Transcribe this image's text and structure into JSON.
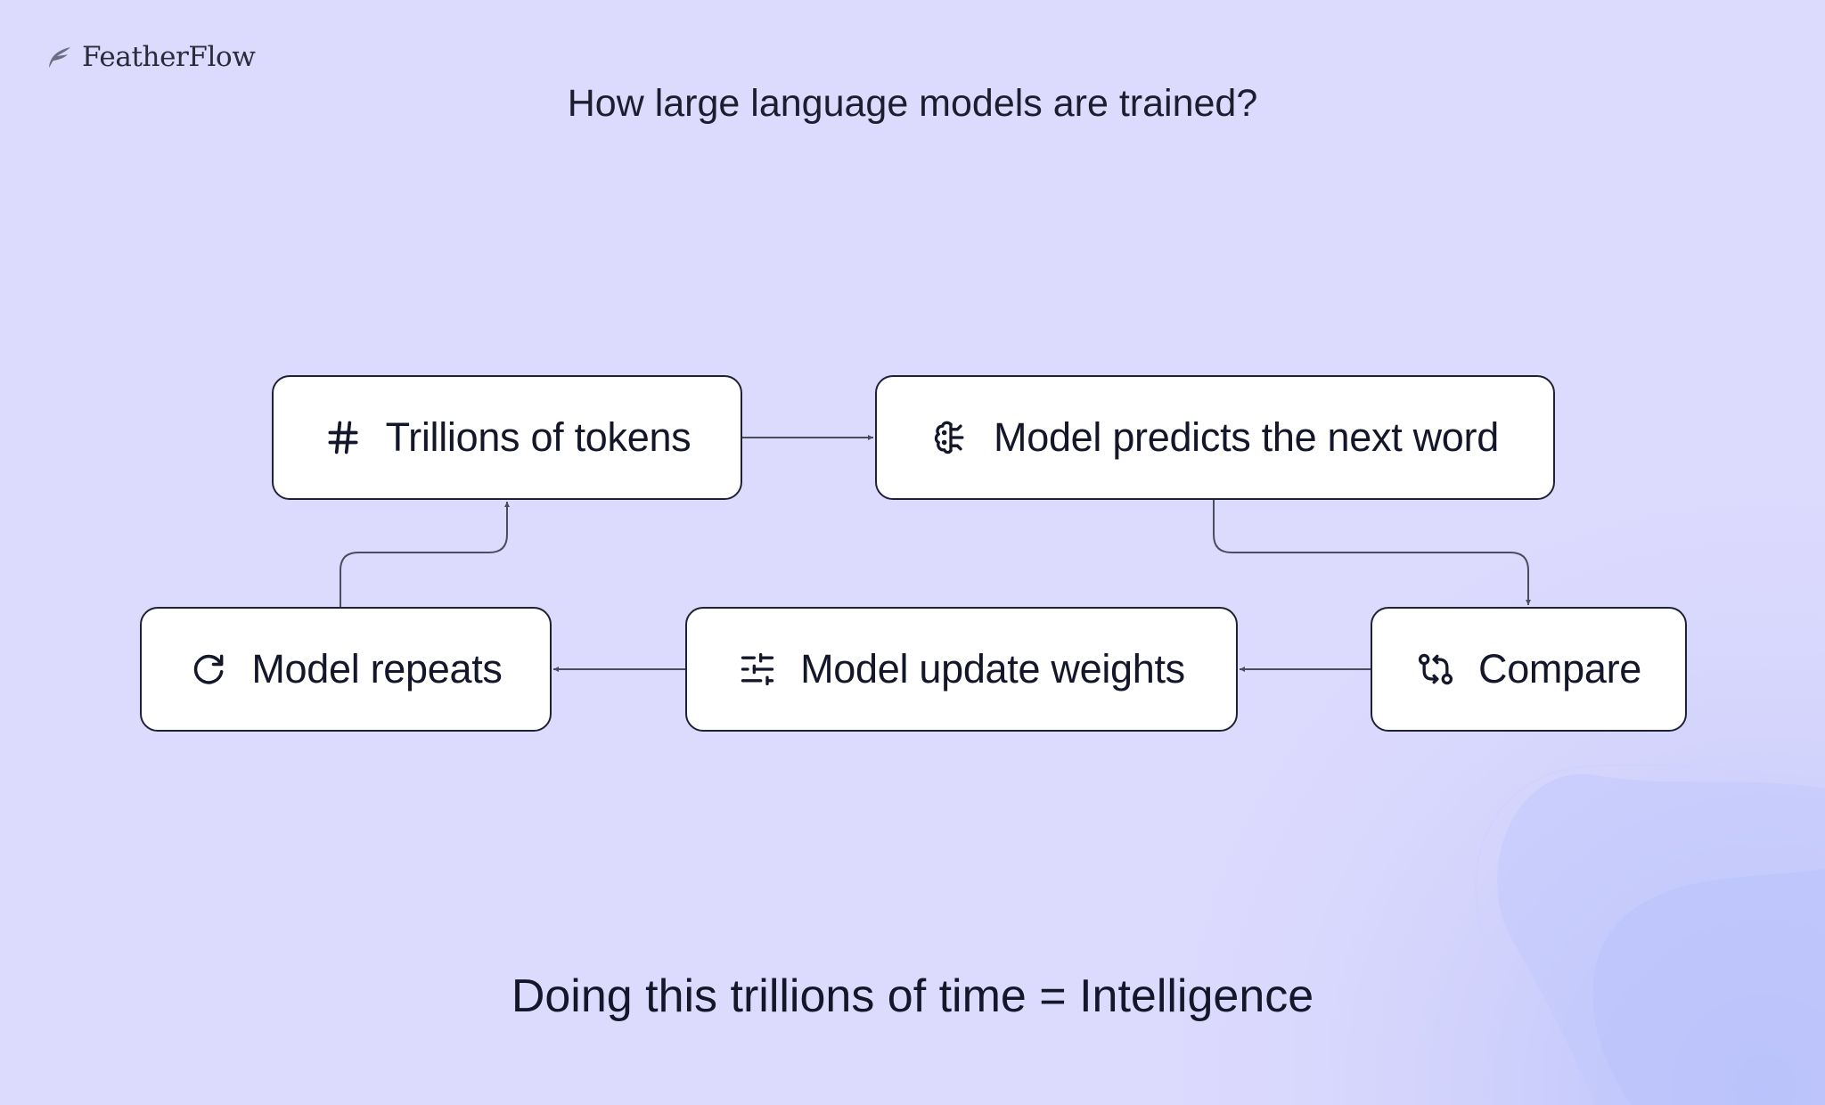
{
  "brand": {
    "name": "FeatherFlow",
    "logo_icon": "feather-logo-icon"
  },
  "title": "How large language models are trained?",
  "nodes": {
    "tokens": {
      "label": "Trillions of tokens",
      "icon": "hash-icon"
    },
    "predicts": {
      "label": "Model predicts the next word",
      "icon": "brain-icon"
    },
    "compare": {
      "label": "Compare",
      "icon": "git-compare-icon"
    },
    "weights": {
      "label": "Model update weights",
      "icon": "sliders-icon"
    },
    "repeats": {
      "label": "Model repeats",
      "icon": "refresh-icon"
    }
  },
  "edges": [
    {
      "from": "Trillions of tokens",
      "to": "Model predicts the next word"
    },
    {
      "from": "Model predicts the next word",
      "to": "Compare"
    },
    {
      "from": "Compare",
      "to": "Model update weights"
    },
    {
      "from": "Model update weights",
      "to": "Model repeats"
    },
    {
      "from": "Model repeats",
      "to": "Trillions of tokens"
    }
  ],
  "footer": "Doing this trillions of time = Intelligence",
  "colors": {
    "background": "#dcdafd",
    "background_accent": "#b9c2fb",
    "node_fill": "#ffffff",
    "node_border": "#1f2134",
    "connector": "#4a4d5e",
    "text": "#14162a"
  }
}
